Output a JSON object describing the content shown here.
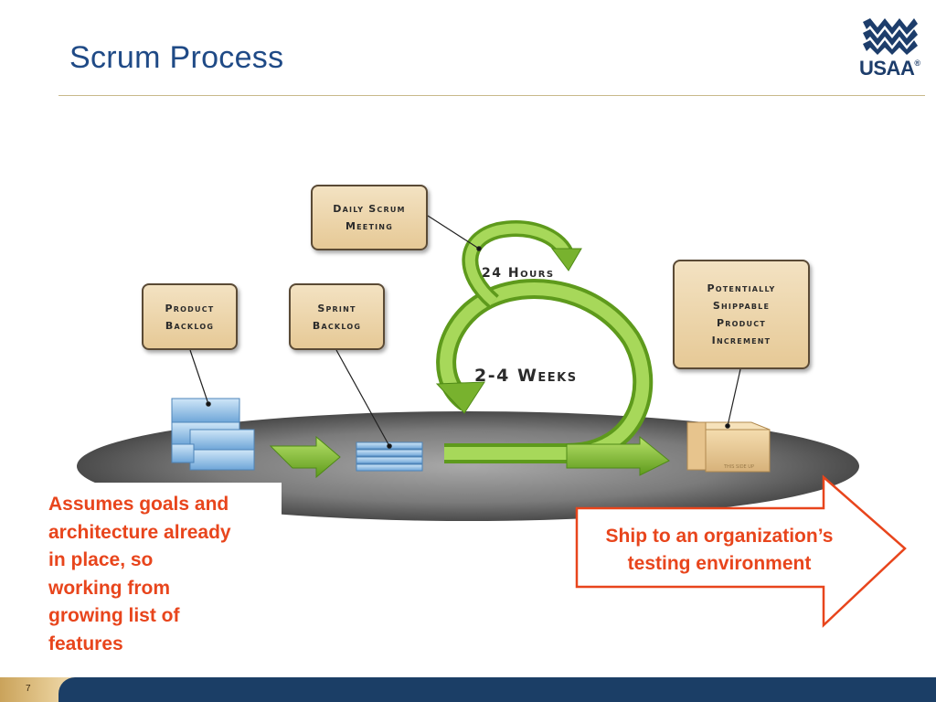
{
  "slide": {
    "title": "Scrum Process",
    "page_number": "7"
  },
  "logo": {
    "text": "USAA",
    "mark": "®"
  },
  "diagram": {
    "callouts": {
      "daily_scrum": "Daily Scrum\nMeeting",
      "product_backlog": "Product\nBacklog",
      "sprint_backlog": "Sprint\nBacklog",
      "increment": "Potentially\nShippable\nProduct\nIncrement"
    },
    "cycle_labels": {
      "daily": "24 Hours",
      "sprint": "2-4 Weeks"
    },
    "box_label": "THIS SIDE UP"
  },
  "notes": {
    "left": "Assumes goals and\narchitecture already\nin place, so\nworking from\ngrowing list of\nfeatures",
    "right": "Ship to an organization’s\ntesting environment"
  },
  "colors": {
    "title": "#1f4a86",
    "note": "#e8451c",
    "footer": "#1b3e66",
    "accent_gold": "#c9b98a"
  }
}
